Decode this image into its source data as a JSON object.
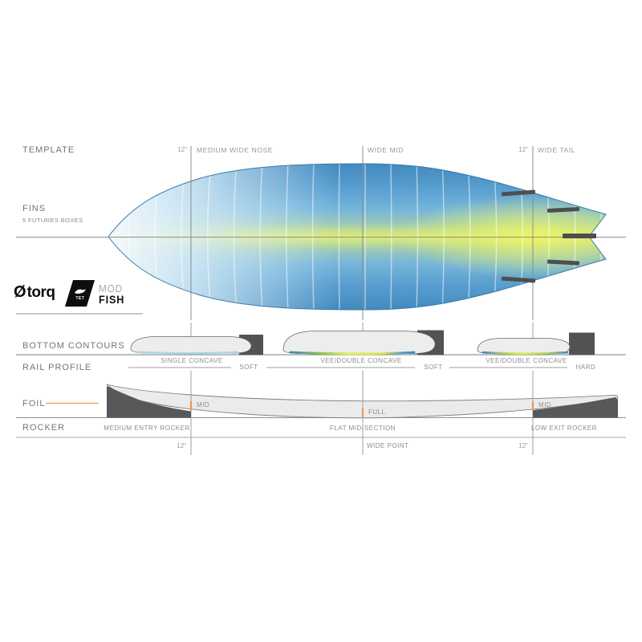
{
  "side_labels": {
    "template": "TEMPLATE",
    "fins": "FINS",
    "fins_sub": "5 FUTURES BOXES",
    "bottom_contours": "BOTTOM  CONTOURS",
    "rail_profile": "RAIL PROFILE",
    "foil": "FOIL",
    "rocker": "ROCKER"
  },
  "top_markers": {
    "nose_measure": "12\"",
    "nose_label": "MEDIUM WIDE NOSE",
    "mid_label": "WIDE MID",
    "tail_measure": "12\"",
    "tail_label": "WIDE TAIL"
  },
  "rail_row": {
    "sections": [
      {
        "contour": "SINGLE CONCAVE",
        "rail": "SOFT"
      },
      {
        "contour": "VEE/DOUBLE CONCAVE",
        "rail": "SOFT"
      },
      {
        "contour": "VEE/DOUBLE CONCAVE",
        "rail": "HARD"
      }
    ]
  },
  "foil_markers": {
    "nose": "MID",
    "mid": "FULL",
    "tail": "MID"
  },
  "rocker_row": {
    "entry": "MEDIUM ENTRY ROCKER",
    "mid": "FLAT MID-SECTION",
    "exit": "LOW EXIT ROCKER"
  },
  "bottom_markers": {
    "nose_measure": "12\"",
    "wide_point": "WIDE POINT",
    "tail_measure": "12\""
  },
  "branding": {
    "torq_symbol": "Ø",
    "torq_text": "torq",
    "tet_text": "TET",
    "model_top": "MOD",
    "model_bottom": "FISH"
  },
  "colors": {
    "board_edge_blue": "#4289BF",
    "board_core_yellow": "#DCEC74",
    "fin_box_gray": "#4E4E4E",
    "accent_orange": "#E89A56"
  }
}
